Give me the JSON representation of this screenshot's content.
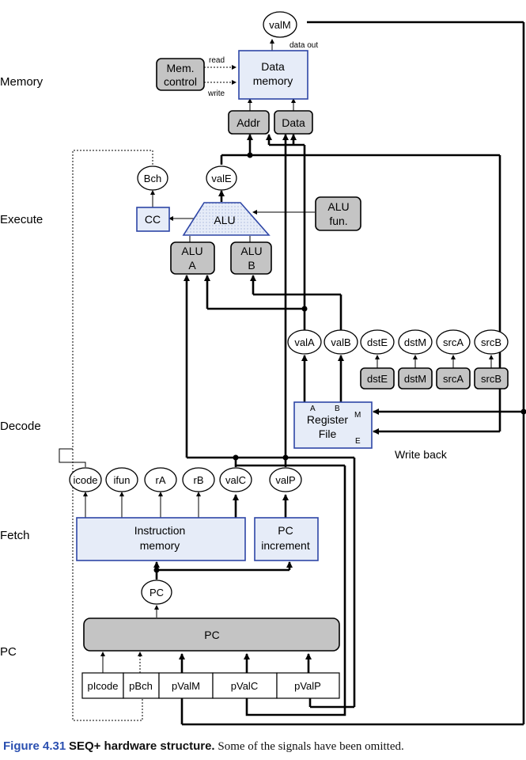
{
  "stages": {
    "memory": "Memory",
    "execute": "Execute",
    "decode": "Decode",
    "fetch": "Fetch",
    "pc": "PC"
  },
  "memory": {
    "valM": "valM",
    "data_out": "data out",
    "read": "read",
    "write": "write",
    "mem_control": [
      "Mem.",
      "control"
    ],
    "data_memory": [
      "Data",
      "memory"
    ],
    "addr": "Addr",
    "data": "Data"
  },
  "execute": {
    "bch": "Bch",
    "valE": "valE",
    "cc": "CC",
    "alu": "ALU",
    "alu_fun": [
      "ALU",
      "fun."
    ],
    "alu_a": [
      "ALU",
      "A"
    ],
    "alu_b": [
      "ALU",
      "B"
    ]
  },
  "decode": {
    "outputs": [
      "valA",
      "valB",
      "dstE",
      "dstM",
      "srcA",
      "srcB"
    ],
    "inputs": [
      "dstE",
      "dstM",
      "srcA",
      "srcB"
    ],
    "register_file": [
      "Register",
      "File"
    ],
    "port_a": "A",
    "port_b": "B",
    "port_m": "M",
    "port_e": "E",
    "write_back": "Write back"
  },
  "fetch": {
    "outputs": [
      "icode",
      "ifun",
      "rA",
      "rB",
      "valC"
    ],
    "valP": "valP",
    "instruction_memory": [
      "Instruction",
      "memory"
    ],
    "pc_increment": [
      "PC",
      "increment"
    ]
  },
  "pc_stage": {
    "pc_oval": "PC",
    "pc_logic": "PC",
    "registers": [
      "pIcode",
      "pBch",
      "pValM",
      "pValC",
      "pValP"
    ]
  },
  "caption": {
    "number": "Figure 4.31",
    "title": "SEQ+ hardware structure.",
    "text": "Some of the signals have been omitted."
  }
}
